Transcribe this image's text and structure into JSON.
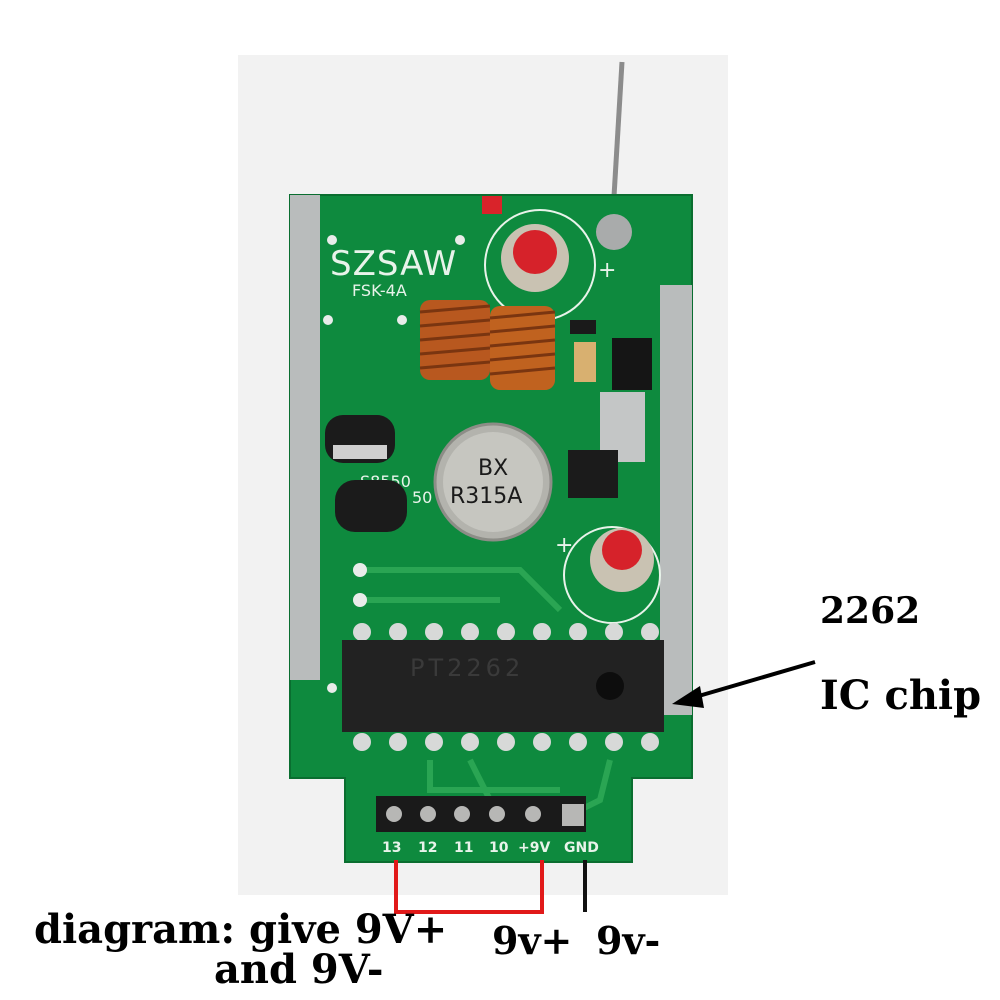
{
  "board": {
    "brand": "SZSAW",
    "model": "FSK-4A",
    "transistor_1": "S8550",
    "transistor_2": "50",
    "resonator_line1": "BX",
    "resonator_line2": "R315A",
    "chip_marking": "PT2262",
    "pins": [
      {
        "label": "13"
      },
      {
        "label": "12"
      },
      {
        "label": "11"
      },
      {
        "label": "10"
      },
      {
        "label": "+9V"
      },
      {
        "label": "GND"
      }
    ]
  },
  "annotations": {
    "chip_number": "2262",
    "chip_label": "IC chip",
    "plus": "9v+",
    "minus": "9v-",
    "diagram_line1": "diagram: give 9V+",
    "diagram_line2": "and 9V-"
  },
  "colors": {
    "pcb": "#0e8a3e",
    "wire_positive": "#e11919",
    "wire_negative": "#111111",
    "copper_coil": "#b8581f",
    "chip": "#222222"
  }
}
